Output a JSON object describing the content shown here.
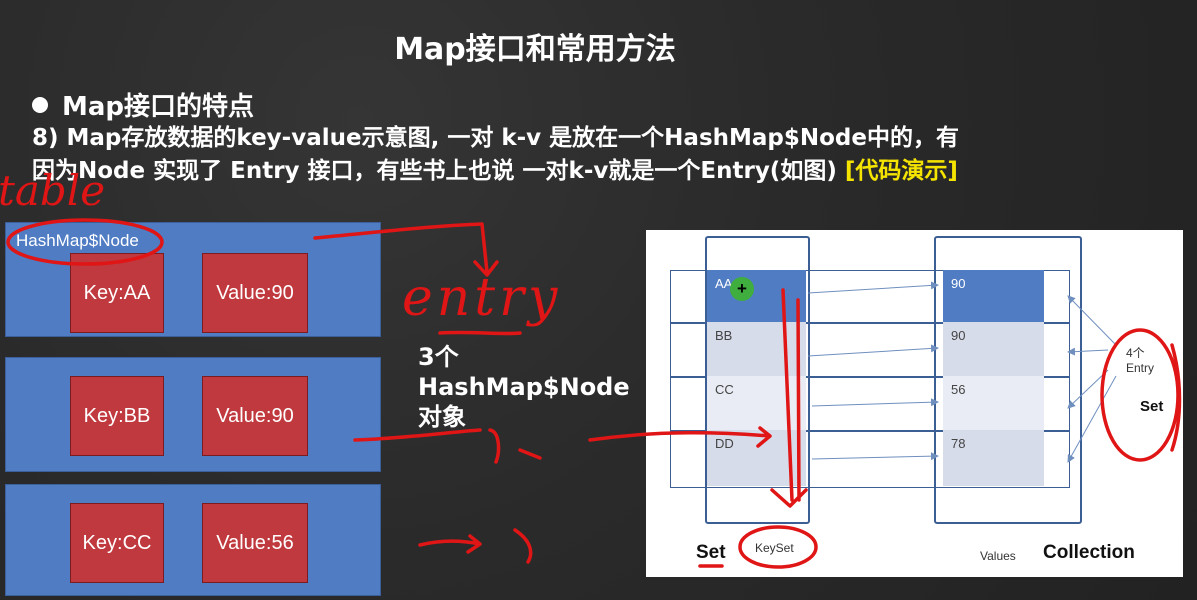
{
  "title": "Map接口和常用方法",
  "bullet": "Map接口的特点",
  "paragraph": {
    "line1": "8) Map存放数据的key-value示意图, 一对 k-v 是放在一个HashMap$Node中的，有",
    "line2": "因为Node 实现了  Entry 接口，有些书上也说 一对k-v就是一个Entry(如图) ",
    "demo": "[代码演示]"
  },
  "nodes": [
    {
      "title": "HashMap$Node",
      "key": "Key:AA",
      "value": "Value:90"
    },
    {
      "key": "Key:BB",
      "value": "Value:90"
    },
    {
      "key": "Key:CC",
      "value": "Value:56"
    }
  ],
  "caption": {
    "line1": "3个",
    "line2": "HashMap$Node",
    "line3": "对象"
  },
  "diagram": {
    "keys": [
      "AA",
      "BB",
      "CC",
      "DD"
    ],
    "values": [
      "90",
      "90",
      "56",
      "78"
    ],
    "cursor": "+",
    "entry_count": "4个",
    "entry_label": "Entry",
    "set_right": "Set",
    "set_left": "Set",
    "keyset": "KeySet",
    "values_label": "Values",
    "collection": "Collection"
  },
  "annotations": {
    "table": "table",
    "entry": "entry"
  },
  "colors": {
    "node_blue": "#4f7cc3",
    "cell_red": "#c0393e",
    "demo_yellow": "#f5e400",
    "ink_red": "#e01515"
  }
}
